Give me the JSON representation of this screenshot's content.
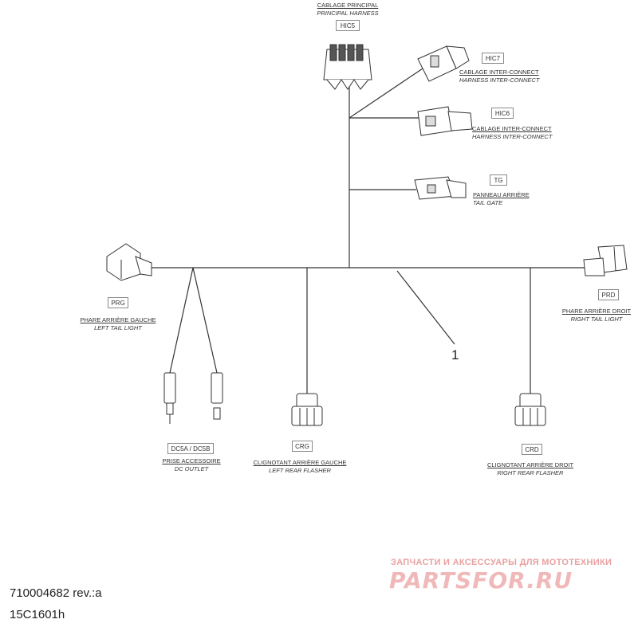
{
  "connectors": [
    {
      "id": "hic5",
      "code": "HIC5",
      "fr": "CABLAGE PRINCIPAL",
      "en": "PRINCIPAL HARNESS"
    },
    {
      "id": "hic7",
      "code": "HIC7",
      "fr": "CABLAGE INTER-CONNECT",
      "en": "HARNESS INTER-CONNECT"
    },
    {
      "id": "hic6",
      "code": "HIC6",
      "fr": "CABLAGE INTER-CONNECT",
      "en": "HARNESS INTER-CONNECT"
    },
    {
      "id": "tg",
      "code": "TG",
      "fr": "PANNEAU ARRIÈRE",
      "en": "TAIL GATE"
    },
    {
      "id": "prg",
      "code": "PRG",
      "fr": "PHARE ARRIÈRE GAUCHE",
      "en": "LEFT TAIL LIGHT"
    },
    {
      "id": "prd",
      "code": "PRD",
      "fr": "PHARE ARRIÈRE DROIT",
      "en": "RIGHT TAIL LIGHT"
    },
    {
      "id": "dc",
      "code": "DC5A / DC5B",
      "fr": "PRISE ACCESSOIRE",
      "en": "DC OUTLET"
    },
    {
      "id": "crg",
      "code": "CRG",
      "fr": "CLIGNOTANT ARRIÈRE GAUCHE",
      "en": "LEFT REAR FLASHER"
    },
    {
      "id": "crd",
      "code": "CRD",
      "fr": "CLIGNOTANT ARRIÈRE DROIT",
      "en": "RIGHT REAR FLASHER"
    }
  ],
  "callout": "1",
  "part_number": "710004682 rev.:a",
  "drawing_code": "15C1601h",
  "watermark": {
    "tagline": "ЗАПЧАСТИ И АКСЕССУАРЫ ДЛЯ МОТОТЕХНИКИ",
    "logo": "PARTSFOR.RU"
  }
}
